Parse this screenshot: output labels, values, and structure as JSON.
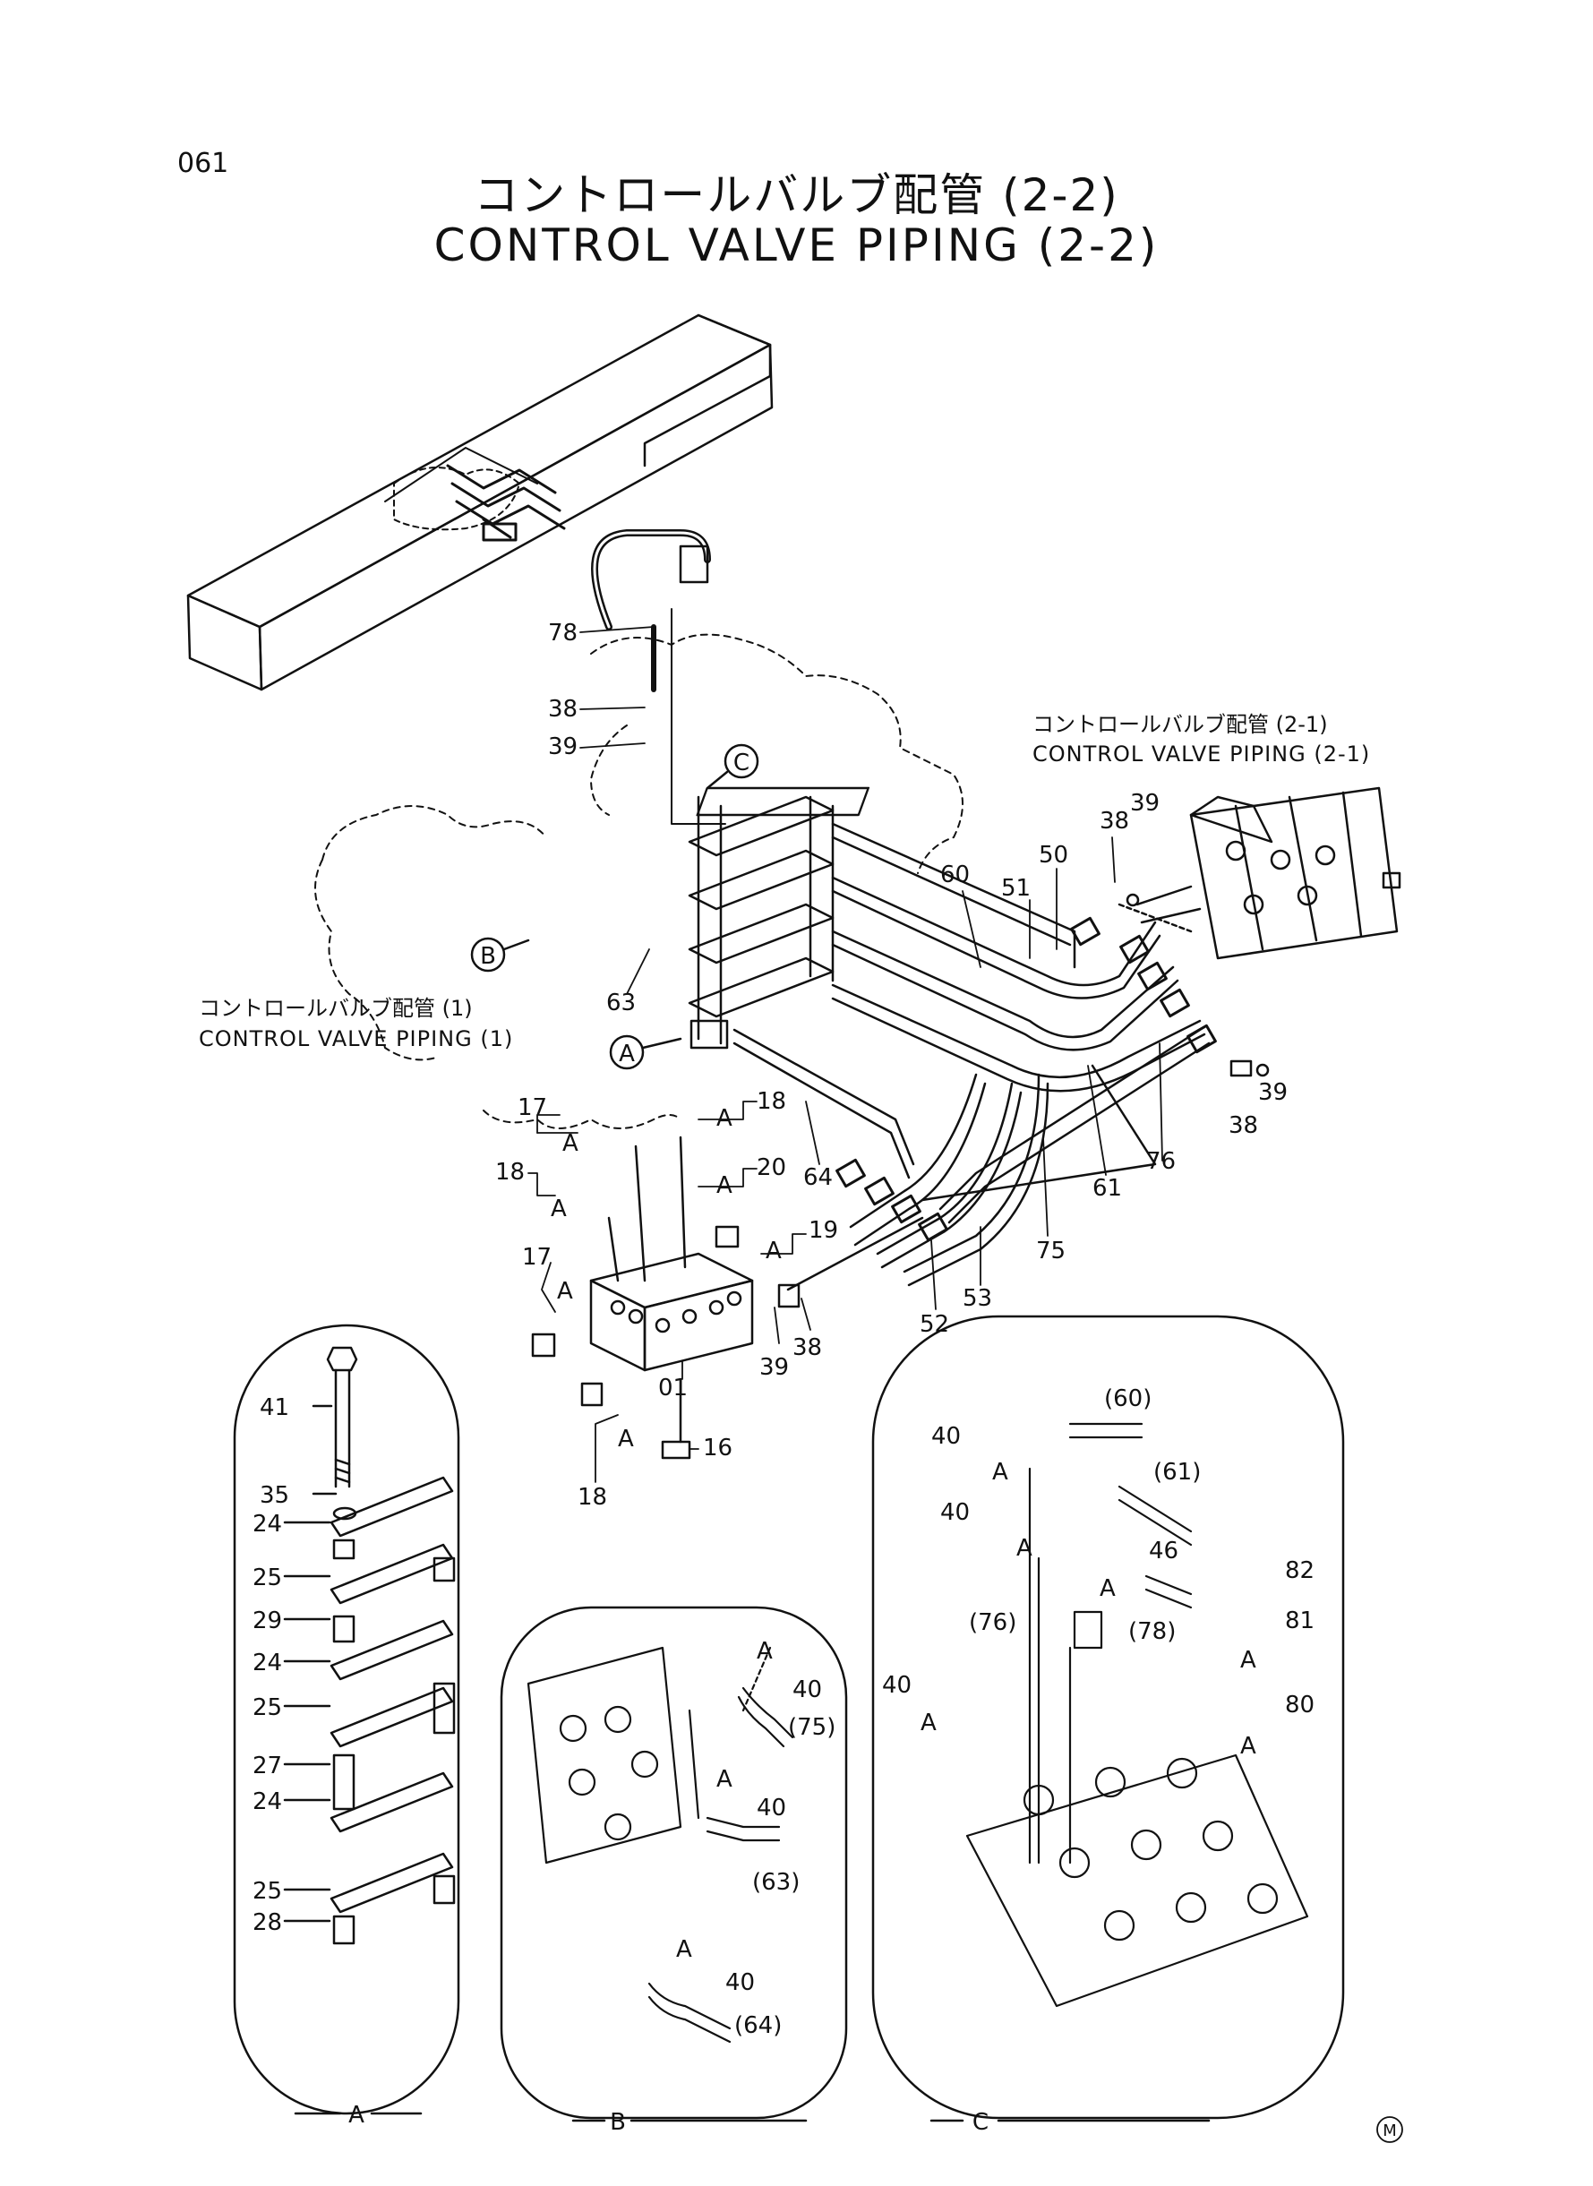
{
  "page_number": "061",
  "title": {
    "ja": "コントロールバルブ配管 (2-2)",
    "en": "CONTROL VALVE PIPING (2-2)"
  },
  "references": {
    "ref_2_1": {
      "ja": "コントロールバルブ配管 (2-1)",
      "en": "CONTROL VALVE PIPING (2-1)"
    },
    "ref_1": {
      "ja": "コントロールバルブ配管 (1)",
      "en": "CONTROL VALVE PIPING (1)"
    }
  },
  "view_markers": {
    "a": "A",
    "b": "B",
    "c": "C"
  },
  "callouts": {
    "p78": "78",
    "p38_top": "38",
    "p39_top": "39",
    "p63": "63",
    "p60": "60",
    "p51": "51",
    "p50": "50",
    "p38_r1": "38",
    "p39_r1": "39",
    "p38_r2": "38",
    "p39_r2": "39",
    "p76": "76",
    "p61": "61",
    "p75": "75",
    "p64": "64",
    "p53": "53",
    "p52": "52",
    "p17_a": "17",
    "p18_a": "18",
    "p18_b": "18",
    "p20": "20",
    "p19": "19",
    "p17_b": "17",
    "p39_m": "39",
    "p38_m": "38",
    "p01": "01",
    "p16": "16",
    "p18_c": "18",
    "sA": "A",
    "a41": "41",
    "a35": "35",
    "a24_1": "24",
    "a25_1": "25",
    "a29": "29",
    "a24_2": "24",
    "a25_2": "25",
    "a27": "27",
    "a24_3": "24",
    "a25_3": "25",
    "a28": "28",
    "b40_1": "40",
    "b75": "(75)",
    "b40_2": "40",
    "b63": "(63)",
    "b40_3": "40",
    "b64": "(64)",
    "c60": "(60)",
    "c40_1": "40",
    "c61": "(61)",
    "c40_2": "40",
    "c46": "46",
    "c78": "(78)",
    "c82": "82",
    "c81": "81",
    "c76": "(76)",
    "c40_3": "40",
    "c80": "80"
  },
  "footer_mark": "M"
}
